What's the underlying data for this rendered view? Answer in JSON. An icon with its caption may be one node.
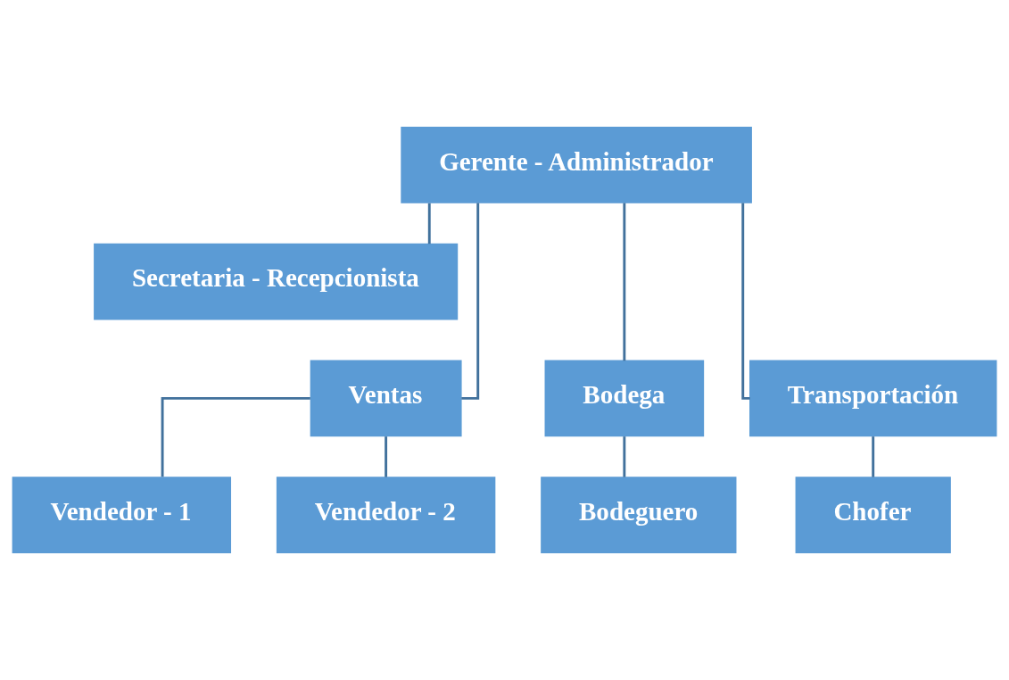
{
  "diagram": {
    "nodes": [
      {
        "text": [
          "Gerente - Administrador"
        ]
      },
      {
        "text": [
          "Secretaria - Recepcionista"
        ]
      },
      {
        "text": [
          "Ventas"
        ]
      },
      {
        "text": [
          "Bodega"
        ]
      },
      {
        "text": [
          "Transportación"
        ]
      },
      {
        "text": [
          "Vendedor - 1"
        ]
      },
      {
        "text": [
          "Vendedor - 2"
        ]
      },
      {
        "text": [
          "Bodeguero"
        ]
      },
      {
        "text": [
          "Chofer"
        ]
      }
    ],
    "edges": [
      {
        "from": 0,
        "to": 1,
        "arrow": "none"
      },
      {
        "from": 0,
        "to": 2,
        "arrow": "none"
      },
      {
        "from": 0,
        "to": 3,
        "arrow": "none"
      },
      {
        "from": 0,
        "to": 4,
        "arrow": "none"
      },
      {
        "from": 2,
        "to": 5,
        "arrow": "none"
      },
      {
        "from": 2,
        "to": 6,
        "arrow": "none"
      },
      {
        "from": 3,
        "to": 7,
        "arrow": "none"
      },
      {
        "from": 4,
        "to": 8,
        "arrow": "none"
      }
    ]
  }
}
